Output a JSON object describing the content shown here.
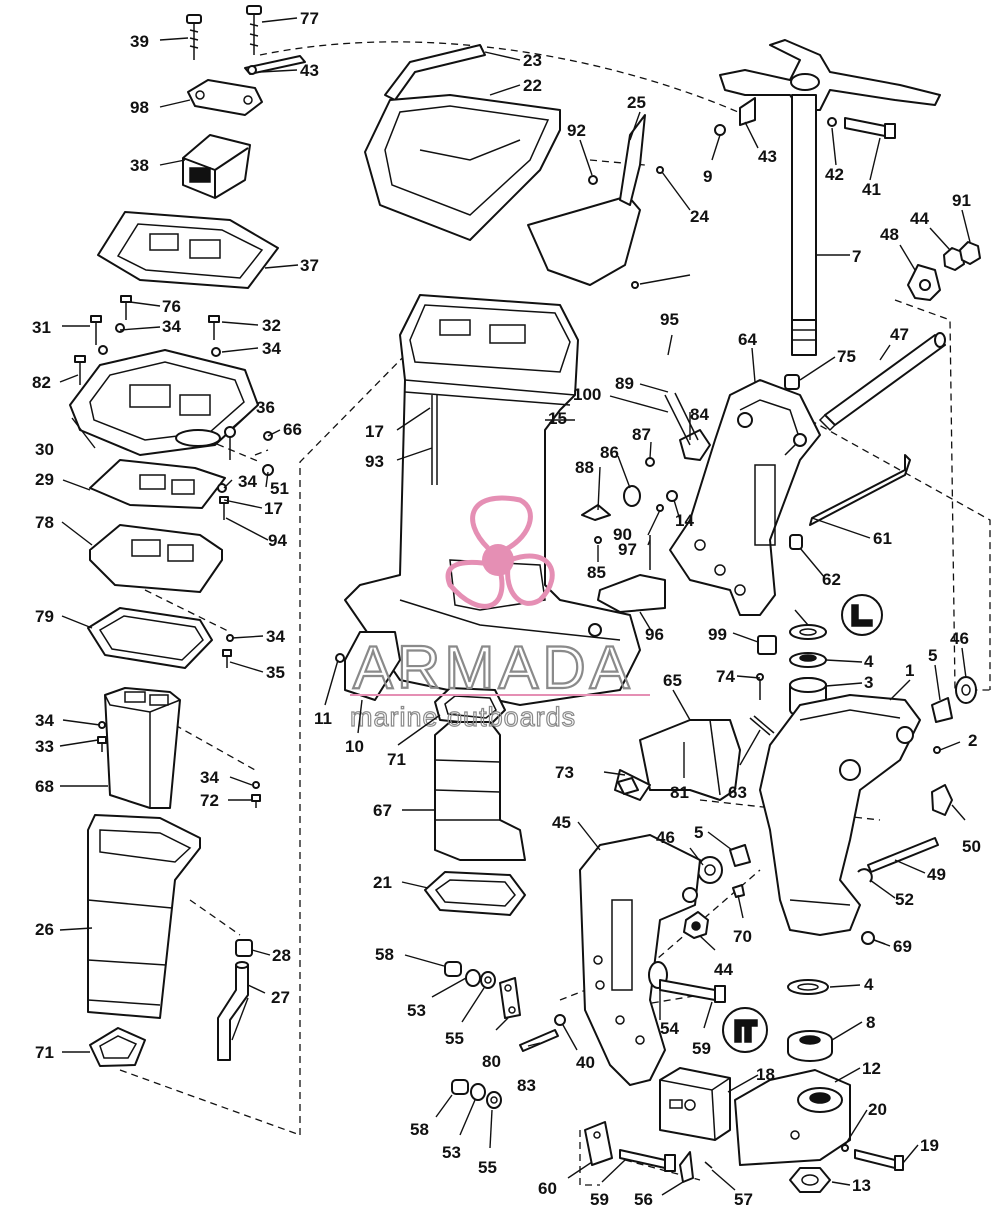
{
  "watermark": {
    "brand": "ARMADA",
    "tagline": "marine outboards",
    "accent_color": "#e58fb4",
    "text_color": "#8a8a8a"
  },
  "callouts": [
    "39",
    "77",
    "43",
    "98",
    "38",
    "23",
    "22",
    "92",
    "25",
    "24",
    "9",
    "43",
    "42",
    "41",
    "7",
    "44",
    "91",
    "48",
    "37",
    "31",
    "76",
    "34",
    "32",
    "34",
    "82",
    "95",
    "64",
    "75",
    "47",
    "100",
    "89",
    "84",
    "87",
    "36",
    "66",
    "30",
    "17",
    "93",
    "15",
    "86",
    "88",
    "14",
    "90",
    "51",
    "34",
    "29",
    "17",
    "94",
    "97",
    "85",
    "61",
    "62",
    "78",
    "96",
    "99",
    "4",
    "46",
    "3",
    "5",
    "1",
    "34",
    "79",
    "35",
    "65",
    "74",
    "63",
    "2",
    "11",
    "10",
    "71",
    "34",
    "33",
    "68",
    "34",
    "72",
    "73",
    "81",
    "50",
    "67",
    "45",
    "46",
    "5",
    "52",
    "49",
    "21",
    "26",
    "28",
    "70",
    "69",
    "58",
    "53",
    "55",
    "80",
    "54",
    "44",
    "27",
    "4",
    "83",
    "40",
    "59",
    "8",
    "71",
    "18",
    "12",
    "20",
    "58",
    "53",
    "55",
    "60",
    "59",
    "56",
    "57",
    "19",
    "13"
  ]
}
